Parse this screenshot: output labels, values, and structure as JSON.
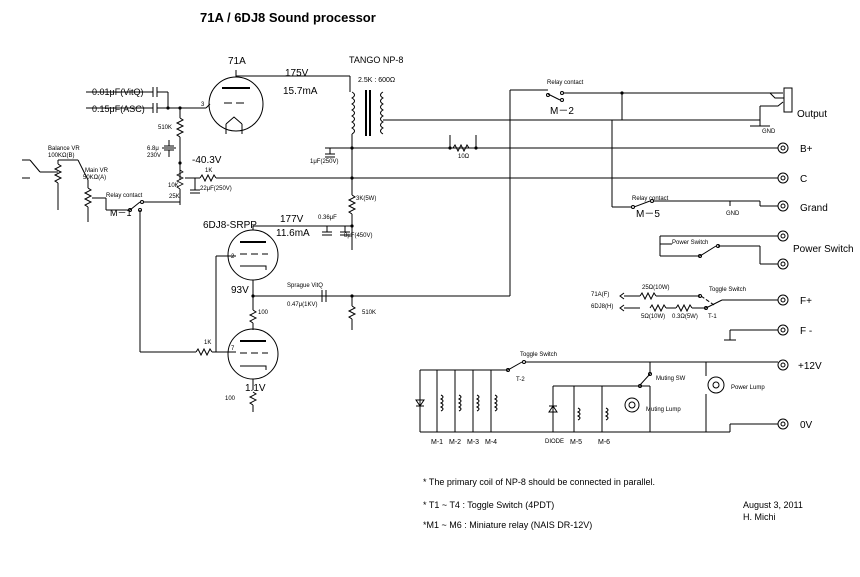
{
  "title": "71A / 6DJ8 Sound processor",
  "tubes": {
    "t71a": "71A",
    "t6dj8": "6DJ8-SRPP"
  },
  "transformer": {
    "name": "TANGO NP-8",
    "ratio": "2.5K : 600Ω"
  },
  "measurements": {
    "v175": "175V",
    "i157": "15.7mA",
    "vm403": "-40.3V",
    "v177": "177V",
    "i116": "11.6mA",
    "v93": "93V",
    "v11": "1.1V"
  },
  "components": {
    "c001": "0.01μF(VitQ)",
    "c015": "0.15μF(ASC)",
    "r510k": "510K",
    "c68": "6.8μ",
    "v230": "230V",
    "r1k_a": "1K",
    "r10k": "10K",
    "c22u": "22μF(250V)",
    "r25k": "25K",
    "c1u": "1μF(250V)",
    "r10": "10Ω",
    "r3k": "3K(5W)",
    "c036": "0.36μF",
    "c8u": "8μF(450V)",
    "sprague": "Sprague VitQ",
    "c047": "0.47μ(1KV)",
    "r510k_b": "510K",
    "r100": "100",
    "r1k_b": "1K",
    "r100b": "100",
    "balance_vr": "Balance VR",
    "balance_val": "100KΩ(B)",
    "main_vr": "Main VR",
    "main_val": "50KΩ(A)",
    "relay1": "Relay contact",
    "relay2": "Relay contact",
    "relay3": "Relay contact",
    "m1": "M－1",
    "m2": "M－2",
    "m5": "M－5",
    "gnd": "GND",
    "gnd2": "GND",
    "power_switch": "Power Switch",
    "toggle_switch": "Toggle Switch",
    "toggle_switch2": "Toggle Switch",
    "r25o": "25Ω(10W)",
    "r5o": "5Ω(10W)",
    "r03": "0.3Ω(5W)",
    "t1": "T-1",
    "t2": "T-2",
    "f71a": "71A(F)",
    "f6dj8": "6DJ8(H)",
    "muting_sw": "Muting SW",
    "muting_lamp": "Muting Lump",
    "power_lamp": "Power Lump",
    "diode": "DIODE",
    "coil_m1": "M-1",
    "coil_m2": "M-2",
    "coil_m3": "M-3",
    "coil_m4": "M-4",
    "coil_m5": "M-5",
    "coil_m6": "M-6",
    "pin3": "3",
    "pin2": "2",
    "pin7": "7"
  },
  "terminals": {
    "output": "Output",
    "bplus": "B+",
    "c": "C",
    "ground": "Grand",
    "power_switch": "Power Switch",
    "fplus": "F+",
    "fminus": "F -",
    "v12": "+12V",
    "v0": "0V"
  },
  "notes": {
    "n1": "* The primary coil of NP-8 should be connected in parallel.",
    "n2": "* T1 ~ T4 : Toggle Switch (4PDT)",
    "n3": "*M1 ~ M6 : Miniature relay (NAIS DR-12V)",
    "date": "August 3, 2011",
    "author": "H. Michi"
  }
}
